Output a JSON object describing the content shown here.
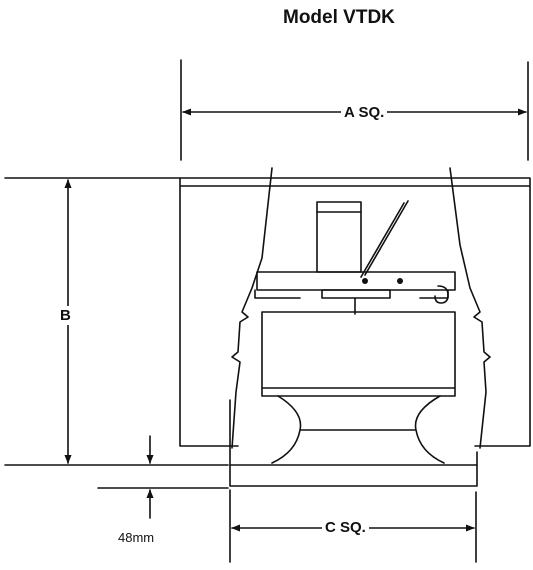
{
  "diagram": {
    "title": "Model VTDK",
    "dimensions": {
      "a": "A SQ.",
      "b": "B",
      "c": "C SQ.",
      "base_height": "48mm"
    }
  }
}
